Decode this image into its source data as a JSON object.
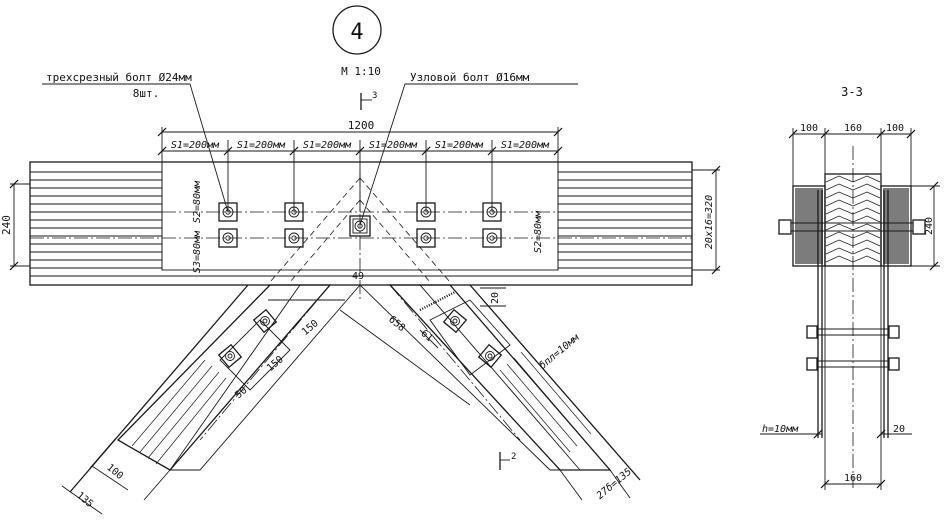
{
  "node": {
    "number": "4",
    "scale": "М 1:10"
  },
  "callouts": {
    "shear_bolt_line1": "трехсрезный болт Ø24мм",
    "shear_bolt_line2": "8шт.",
    "node_bolt": "Узловой болт Ø16мм"
  },
  "section_marks": {
    "top": "3",
    "bottom": "2",
    "section_title": "3-3"
  },
  "main_view": {
    "overall_length": "1200",
    "spacing_labels": [
      "S1=200мм",
      "S1=200мм",
      "S1=200мм",
      "S1=200мм",
      "S1=200мм",
      "S1=200мм"
    ],
    "beam_height": "240",
    "layers": "20х16=320",
    "s2_left_upper": "S2=80мм",
    "s3_left_lower": "S3=80мм",
    "s2_right": "S2=80мм",
    "angle_label": "49",
    "gap_20": "20",
    "diag_658": "658",
    "diag_61": "61",
    "dim_150_a": "150",
    "dim_150_b": "150",
    "dim_50": "50",
    "dim_100": "100",
    "dim_135_left": "135",
    "plate_thickness": "δпл=10мм",
    "layers_diag": "27δ=135"
  },
  "section_view": {
    "top_dims": [
      "100",
      "160",
      "100"
    ],
    "height": "240",
    "plate_h": "h=10мм",
    "gap": "20",
    "bottom_width": "160"
  }
}
